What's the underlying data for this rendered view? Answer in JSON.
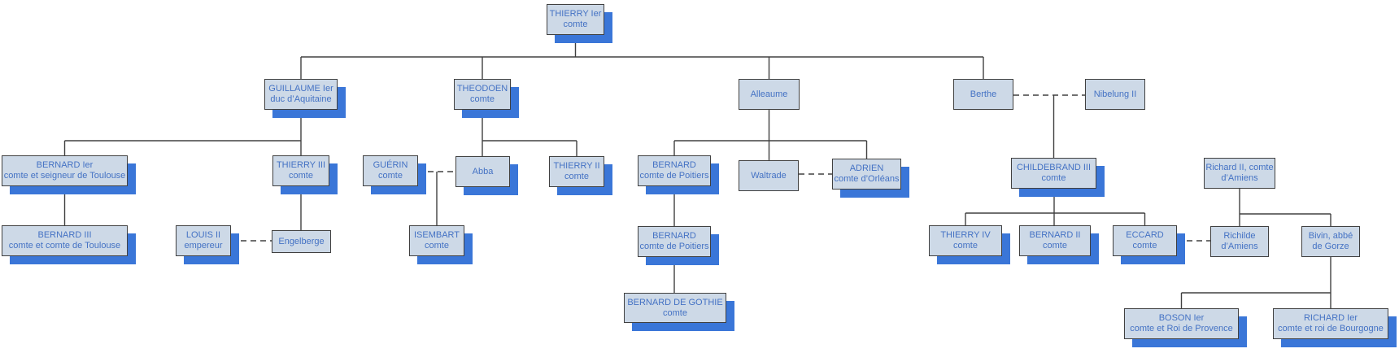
{
  "palette": {
    "node_fill": "#cdd9e7",
    "node_border": "#404040",
    "node_text": "#4472c4",
    "node_shadow": "#3a76d8",
    "connector_line": "#404040",
    "background": "#ffffff"
  },
  "diagram": {
    "type": "family-tree",
    "nodes": {
      "thierry1": {
        "name": "THIERRY Ier",
        "title": "comte"
      },
      "guillaume1": {
        "name": "GUILLAUME Ier",
        "title": "duc d’Aquitaine"
      },
      "theodoen": {
        "name": "THEODOEN",
        "title": "comte"
      },
      "alleaume": {
        "name": "Alleaume"
      },
      "berthe": {
        "name": "Berthe"
      },
      "nibelung2": {
        "name": "Nibelung II"
      },
      "bernard1": {
        "name": "BERNARD Ier",
        "title": "comte et seigneur de Toulouse"
      },
      "thierry3": {
        "name": "THIERRY III",
        "title": "comte"
      },
      "guerin": {
        "name": "GUÉRIN",
        "title": "comte"
      },
      "abba": {
        "name": "Abba"
      },
      "thierry2": {
        "name": "THIERRY II",
        "title": "comte"
      },
      "bernardP1": {
        "name": "BERNARD",
        "title": "comte de Poitiers"
      },
      "waltrade": {
        "name": "Waltrade"
      },
      "adrien": {
        "name": "ADRIEN",
        "title": "comte d’Orléans"
      },
      "childebrand3": {
        "name": "CHILDEBRAND III",
        "title": "comte"
      },
      "richard2": {
        "name": "Richard II, comte",
        "title": "d’Amiens"
      },
      "bernard3": {
        "name": "BERNARD III",
        "title": "comte et comte de Toulouse"
      },
      "louis2": {
        "name": "LOUIS II",
        "title": "empereur"
      },
      "engelberge": {
        "name": "Engelberge"
      },
      "isembart": {
        "name": "ISEMBART",
        "title": "comte"
      },
      "bernardP2": {
        "name": "BERNARD",
        "title": "comte de Poitiers"
      },
      "thierry4": {
        "name": "THIERRY IV",
        "title": "comte"
      },
      "bernard2": {
        "name": "BERNARD II",
        "title": "comte"
      },
      "eccard": {
        "name": "ECCARD",
        "title": "comte"
      },
      "richilde": {
        "name": "Richilde",
        "title": "d’Amiens"
      },
      "bivin": {
        "name": "Bivin, abbé",
        "title": "de Gorze"
      },
      "gothie": {
        "name": "BERNARD DE GOTHIE",
        "title": "comte"
      },
      "boson": {
        "name": "BOSON Ier",
        "title": "comte et Roi de Provence"
      },
      "richard1": {
        "name": "RICHARD Ier",
        "title": "comte et roi de Bourgogne"
      }
    },
    "relations": {
      "marriages_dashed": [
        [
          "berthe",
          "nibelung2"
        ],
        [
          "guerin",
          "abba"
        ],
        [
          "waltrade",
          "adrien"
        ],
        [
          "louis2",
          "engelberge"
        ],
        [
          "eccard",
          "richilde"
        ]
      ],
      "children": {
        "thierry1": [
          "guillaume1",
          "theodoen",
          "alleaume",
          "berthe"
        ],
        "guillaume1": [
          "bernard1",
          "thierry3"
        ],
        "theodoen": [
          "abba",
          "thierry2"
        ],
        "alleaume": [
          "bernardP1",
          "waltrade",
          "adrien"
        ],
        "berthe+nibelung2": [
          "childebrand3"
        ],
        "bernard1": [
          "bernard3"
        ],
        "thierry3": [
          "engelberge"
        ],
        "guerin+abba": [
          "isembart"
        ],
        "bernardP1": [
          "bernardP2"
        ],
        "bernardP2": [
          "gothie"
        ],
        "childebrand3": [
          "thierry4",
          "bernard2",
          "eccard"
        ],
        "richard2": [
          "richilde",
          "bivin"
        ],
        "bivin": [
          "boson",
          "richard1"
        ]
      }
    }
  }
}
